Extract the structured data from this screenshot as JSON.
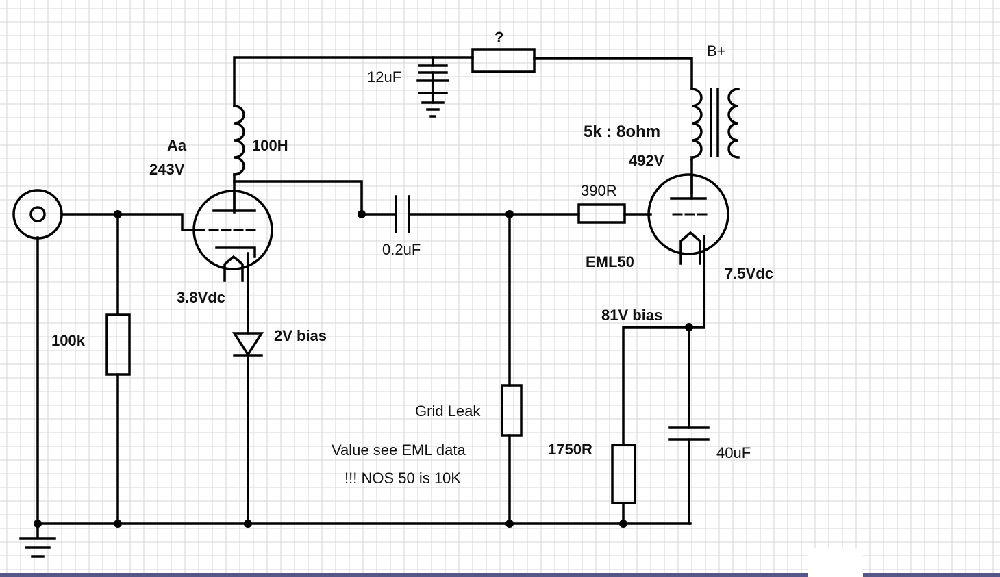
{
  "labels": {
    "b_plus": "B+",
    "unknown_resistor": "?",
    "cap_12uf": "12uF",
    "choke_100h": "100H",
    "aa": "Aa",
    "v243": "243V",
    "transformer": "5k : 8ohm",
    "v492": "492V",
    "r390": "390R",
    "cap_02uf": "0.2uF",
    "eml50": "EML50",
    "v75": "7.5Vdc",
    "v38": "3.8Vdc",
    "bias81": "81V bias",
    "bias2": "2V bias",
    "r100k": "100k",
    "grid_leak": "Grid Leak",
    "value_note": "Value see EML data",
    "nos_note": "!!! NOS 50 is 10K",
    "r1750": "1750R",
    "cap_40uf": "40uF"
  },
  "colors": {
    "background": "#ffffff",
    "grid": "#d6d6d6",
    "wire": "#000000",
    "bottom_bar": "#55578a"
  }
}
